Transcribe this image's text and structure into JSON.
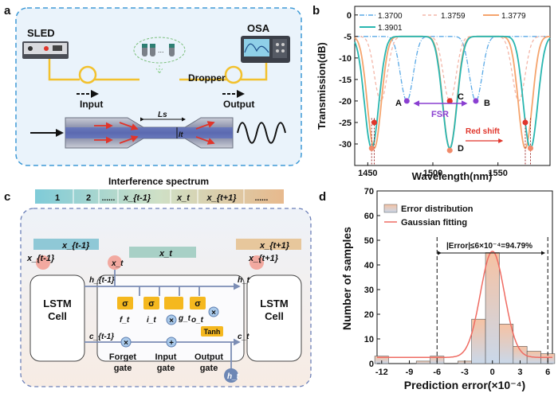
{
  "panel_labels": {
    "a": "a",
    "b": "b",
    "c": "c",
    "d": "d"
  },
  "panel_a": {
    "source": "SLED",
    "analyzer": "OSA",
    "dropper": "Dropper",
    "input": "Input",
    "output": "Output",
    "ls": "Ls",
    "lt": "lt"
  },
  "panel_b": {
    "xlabel": "Wavelength(nm)",
    "ylabel": "Transmission(dB)",
    "fsr": "FSR",
    "red_shift": "Red shift",
    "points": [
      "A",
      "B",
      "C",
      "D"
    ],
    "legend": [
      "1.3700",
      "1.3759",
      "1.3779",
      "1.3901"
    ]
  },
  "panel_c": {
    "title": "Interference spectrum",
    "seq": [
      "1",
      "2",
      "......",
      "x_{t-1}",
      "x_t",
      "x_{t+1}",
      "......"
    ],
    "cell_left": [
      "LSTM",
      "Cell"
    ],
    "cell_right": [
      "LSTM",
      "Cell"
    ],
    "x_prev": "x_{t-1}",
    "x_cur": "x_t",
    "x_next": "x_{t+1}",
    "sigma": "σ",
    "tanh": "Tanh",
    "forget": [
      "Forget",
      "gate"
    ],
    "input": [
      "Input",
      "gate"
    ],
    "output": [
      "Output",
      "gate"
    ],
    "h_prev": "h_{t-1}",
    "c_prev": "c_{t-1}",
    "h_t": "h_t",
    "c_t": "c_t",
    "f_t": "f_t",
    "i_t": "i_t",
    "g_t": "g_t",
    "o_t": "o_t"
  },
  "chart_data": [
    {
      "type": "line",
      "panel": "b",
      "xlabel": "Wavelength(nm)",
      "ylabel": "Transmission(dB)",
      "xlim": [
        1440,
        1590
      ],
      "ylim": [
        -35,
        2
      ],
      "xticks": [
        1450,
        1500,
        1550
      ],
      "yticks": [
        0,
        -5,
        -10,
        -15,
        -20,
        -25,
        -30
      ],
      "legend_position": "top",
      "series": [
        {
          "name": "1.3700",
          "style": "dash-dot",
          "color": "#5aa9e6",
          "minima": [
            1480,
            1533
          ],
          "fsr": 53,
          "min_db": -20
        },
        {
          "name": "1.3759",
          "style": "dash",
          "color": "#f4b6a8",
          "minima": [
            1460,
            1513,
            1566
          ],
          "fsr": 53,
          "min_db": -20
        },
        {
          "name": "1.3779",
          "style": "solid",
          "color": "#f5a46d",
          "minima": [
            1455,
            1513,
            1571
          ],
          "fsr": 58,
          "min_db": -31
        },
        {
          "name": "1.3901",
          "style": "solid",
          "color": "#28b6b0",
          "minima": [
            1453,
            1513,
            1575
          ],
          "fsr": 60,
          "min_db": -31
        }
      ],
      "markers": [
        {
          "label": "A",
          "x": 1480,
          "y": -20
        },
        {
          "label": "B",
          "x": 1533,
          "y": -20
        },
        {
          "label": "C",
          "x": 1513,
          "y": -20
        },
        {
          "label": "D",
          "x": 1513,
          "y": -31.5
        }
      ],
      "annotations": [
        "FSR",
        "Red shift"
      ]
    },
    {
      "type": "bar",
      "panel": "d",
      "xlabel": "Prediction error(×10⁻⁴)",
      "ylabel": "Number of samples",
      "xlim": [
        -12.5,
        6.5
      ],
      "ylim": [
        0,
        70
      ],
      "xticks": [
        -12,
        -9,
        -6,
        -3,
        0,
        3,
        6
      ],
      "yticks": [
        0,
        10,
        20,
        30,
        40,
        50,
        60,
        70
      ],
      "bin_width": 1.5,
      "bins": [
        {
          "center": -12,
          "value": 3
        },
        {
          "center": -10.5,
          "value": 0
        },
        {
          "center": -9,
          "value": 0
        },
        {
          "center": -7.5,
          "value": 1
        },
        {
          "center": -6,
          "value": 3
        },
        {
          "center": -4.5,
          "value": 0
        },
        {
          "center": -3,
          "value": 1
        },
        {
          "center": -1.5,
          "value": 18
        },
        {
          "center": 0,
          "value": 45
        },
        {
          "center": 1.5,
          "value": 16
        },
        {
          "center": 3,
          "value": 7
        },
        {
          "center": 4.5,
          "value": 5
        },
        {
          "center": 6,
          "value": 4
        }
      ],
      "gaussian": {
        "mean": 0,
        "sigma": 1.3,
        "amplitude": 43,
        "baseline": 2.5
      },
      "threshold_lines": [
        -6,
        6
      ],
      "annotation": "|Error|≤6×10⁻⁴=94.79%",
      "legend": [
        "Error distribution",
        "Gaussian fitting"
      ],
      "legend_position": "top-left"
    }
  ]
}
